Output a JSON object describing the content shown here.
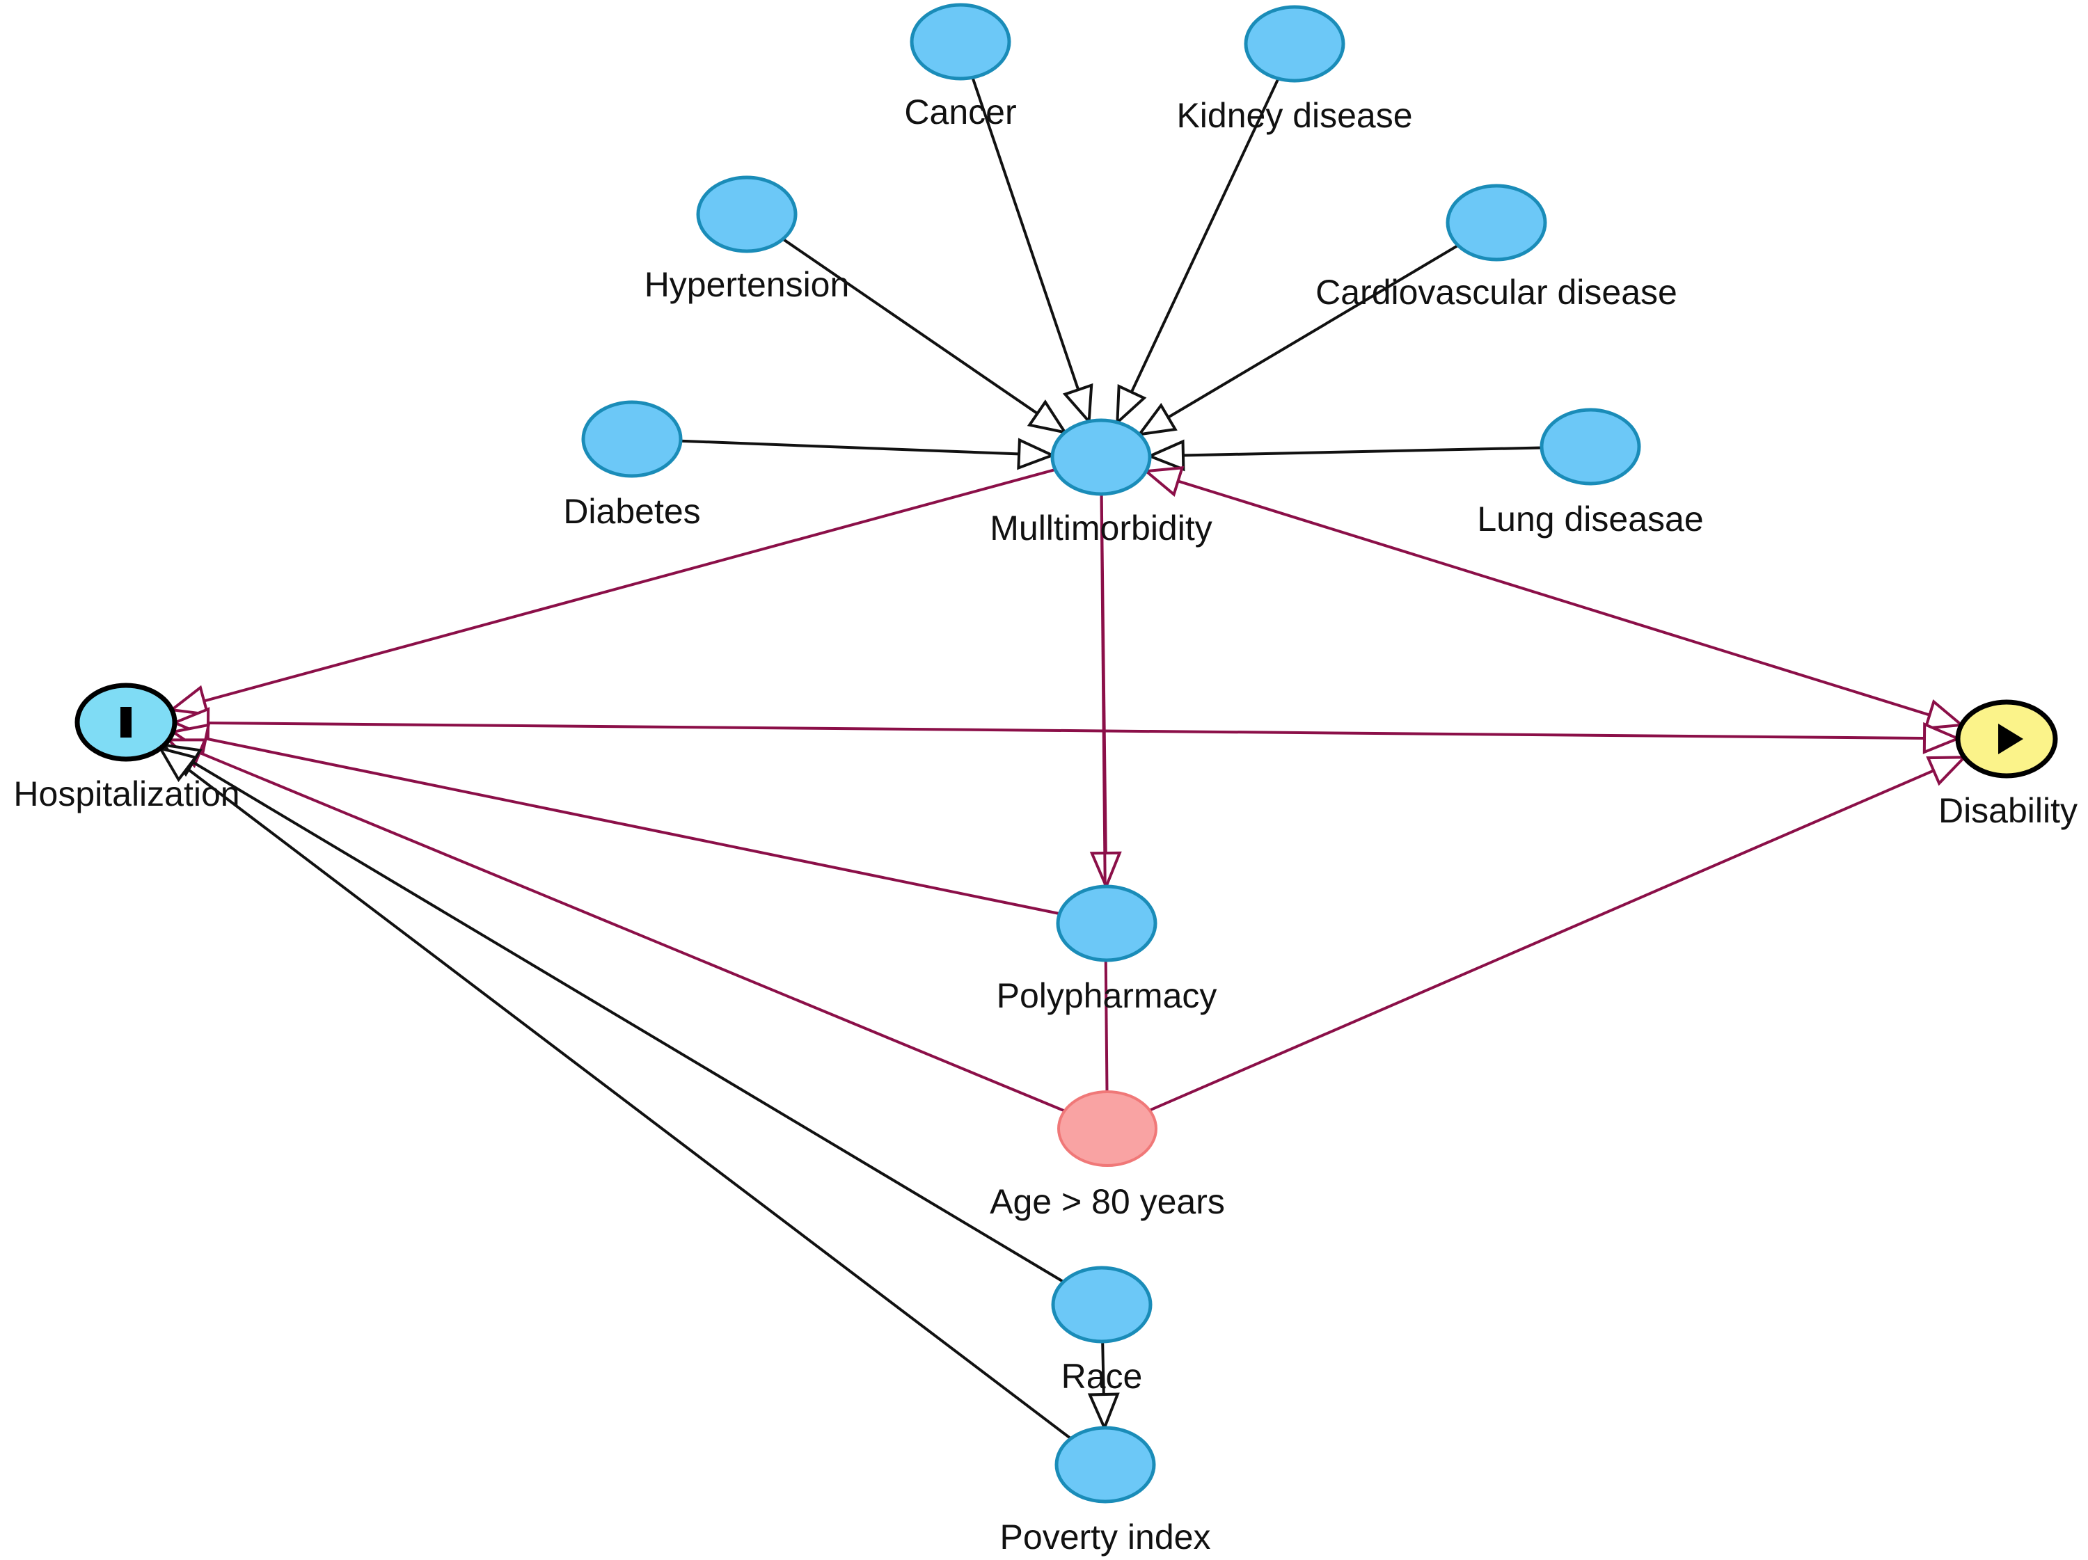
{
  "title": "Causal diagram (DAG) of hospitalization and disability",
  "colors": {
    "node_fill": "#6cc8f7",
    "node_stroke": "#1a8cb8",
    "exposure_fill": "#7fdcf5",
    "outcome_fill": "#fbf38a",
    "ancestor_fill": "#f9a3a3",
    "ancestor_stroke": "#f07878",
    "causal_edge": "#8b0f48",
    "biasing_edge": "#111111"
  },
  "nodes": [
    {
      "id": "cancer",
      "label": "Cancer",
      "type": "other"
    },
    {
      "id": "kidney",
      "label": "Kidney disease",
      "type": "other"
    },
    {
      "id": "hypertension",
      "label": "Hypertension",
      "type": "other"
    },
    {
      "id": "cardio",
      "label": "Cardiovascular disease",
      "type": "other"
    },
    {
      "id": "diabetes",
      "label": "Diabetes",
      "type": "other"
    },
    {
      "id": "multimorbidity",
      "label": "Mulltimorbidity",
      "type": "other"
    },
    {
      "id": "lung",
      "label": "Lung diseasae",
      "type": "other"
    },
    {
      "id": "hospitalization",
      "label": "Hospitalization",
      "type": "exposure",
      "icon": "I"
    },
    {
      "id": "disability",
      "label": "Disability",
      "type": "outcome",
      "icon": "play-icon"
    },
    {
      "id": "polypharmacy",
      "label": "Polypharmacy",
      "type": "other"
    },
    {
      "id": "age",
      "label": "Age > 80 years",
      "type": "ancestor"
    },
    {
      "id": "race",
      "label": "Race",
      "type": "other"
    },
    {
      "id": "poverty",
      "label": "Poverty index",
      "type": "other"
    }
  ],
  "edges": [
    {
      "from": "cancer",
      "to": "multimorbidity",
      "kind": "biasing",
      "arrow": "end"
    },
    {
      "from": "kidney",
      "to": "multimorbidity",
      "kind": "biasing",
      "arrow": "end"
    },
    {
      "from": "hypertension",
      "to": "multimorbidity",
      "kind": "biasing",
      "arrow": "end"
    },
    {
      "from": "cardio",
      "to": "multimorbidity",
      "kind": "biasing",
      "arrow": "end"
    },
    {
      "from": "diabetes",
      "to": "multimorbidity",
      "kind": "biasing",
      "arrow": "end"
    },
    {
      "from": "lung",
      "to": "multimorbidity",
      "kind": "biasing",
      "arrow": "end"
    },
    {
      "from": "multimorbidity",
      "to": "hospitalization",
      "kind": "causal",
      "arrow": "end"
    },
    {
      "from": "multimorbidity",
      "to": "disability",
      "kind": "causal",
      "arrow": "both"
    },
    {
      "from": "multimorbidity",
      "to": "polypharmacy",
      "kind": "causal",
      "arrow": "end"
    },
    {
      "from": "age",
      "to": "multimorbidity",
      "kind": "causal",
      "arrow": "none"
    },
    {
      "from": "disability",
      "to": "hospitalization",
      "kind": "causal",
      "arrow": "both"
    },
    {
      "from": "polypharmacy",
      "to": "hospitalization",
      "kind": "causal",
      "arrow": "end"
    },
    {
      "from": "age",
      "to": "hospitalization",
      "kind": "causal",
      "arrow": "end"
    },
    {
      "from": "age",
      "to": "disability",
      "kind": "causal",
      "arrow": "end"
    },
    {
      "from": "race",
      "to": "hospitalization",
      "kind": "biasing",
      "arrow": "end"
    },
    {
      "from": "poverty",
      "to": "hospitalization",
      "kind": "biasing",
      "arrow": "end"
    },
    {
      "from": "race",
      "to": "poverty",
      "kind": "biasing",
      "arrow": "end"
    }
  ]
}
